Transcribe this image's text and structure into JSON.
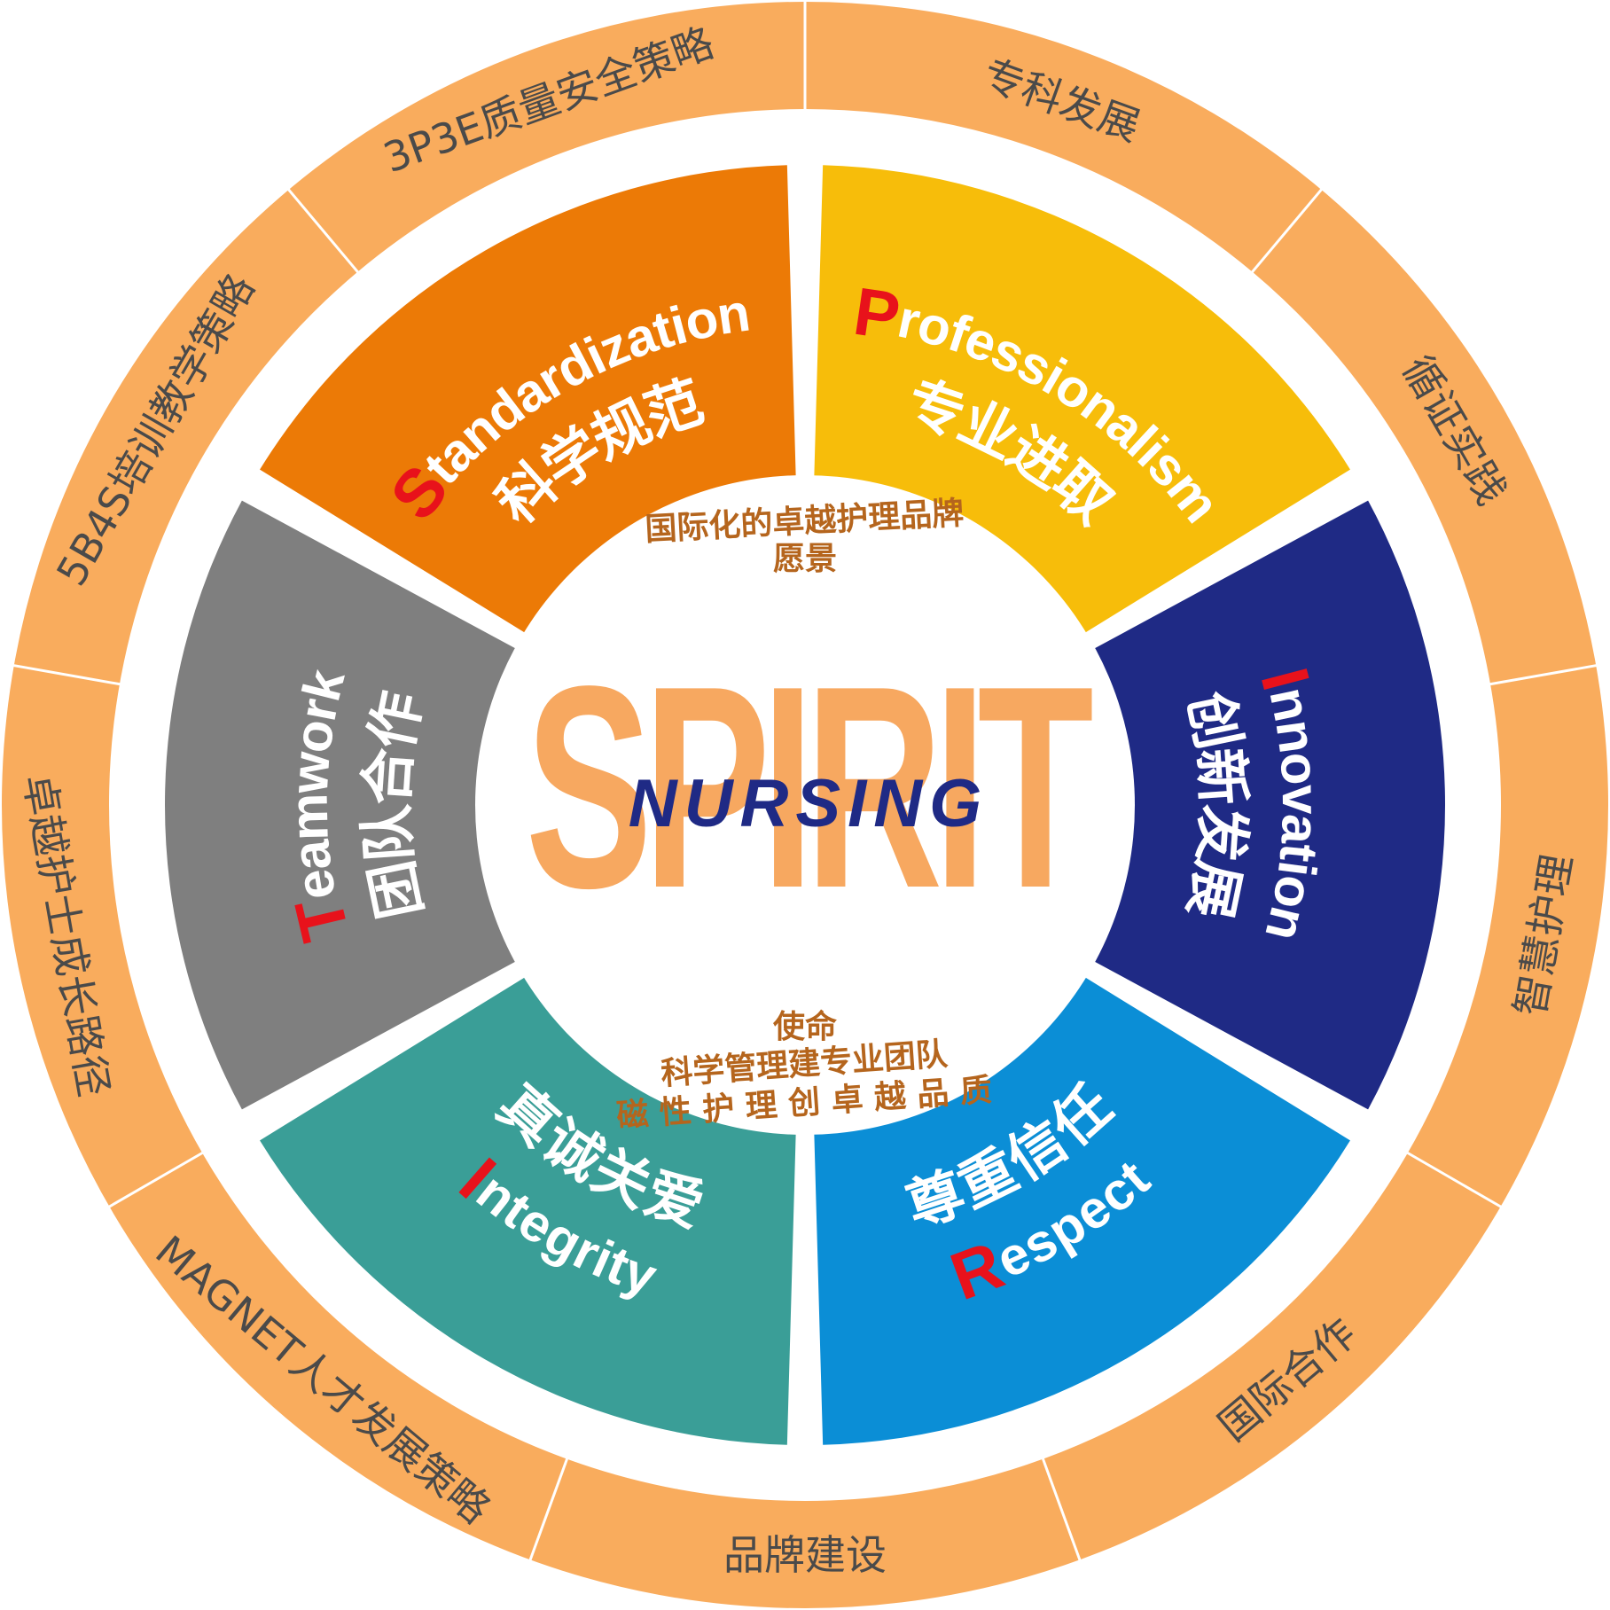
{
  "colors": {
    "ring": "#f9ac5d",
    "ring_divider": "#ffffff",
    "ring_text": "#4a4a4a",
    "center_text": "#b5651d",
    "spirit": "#f7a860",
    "nursing": "#1f2a85",
    "initial": "#e8121b",
    "panel_text": "#ffffff"
  },
  "ring_items": [
    "专科发展",
    "循证实践",
    "智慧护理",
    "国际合作",
    "品牌建设",
    "MAGNET人才发展策略",
    "卓越护士成长路径",
    "5B4S培训教学策略",
    "3P3E质量安全策略"
  ],
  "segments": [
    {
      "initial": "P",
      "rest": "rofessionalism",
      "cn": "专业进取",
      "color": "#f7bd0a"
    },
    {
      "initial": "I",
      "rest": "nnovation",
      "cn": "创新发展",
      "color": "#1f2a85"
    },
    {
      "initial": "R",
      "rest": "espect",
      "cn": "尊重信任",
      "color": "#0b8ed6"
    },
    {
      "initial": "I",
      "rest": "ntegrity",
      "cn": "真诚关爱",
      "color": "#3a9e97"
    },
    {
      "initial": "T",
      "rest": "eamwork",
      "cn": "团队合作",
      "color": "#7f7f7f"
    },
    {
      "initial": "S",
      "rest": "tandardization",
      "cn": "科学规范",
      "color": "#ec7a06"
    }
  ],
  "center": {
    "vision_line1": "国际化的卓越护理品牌",
    "vision_line2": "愿景",
    "mission_title": "使命",
    "mission_line1": "科学管理建专业团队",
    "mission_line2": "磁 性 护 理 创 卓 越 品 质",
    "spirit": "SPIRIT",
    "nursing": "NURSING"
  }
}
